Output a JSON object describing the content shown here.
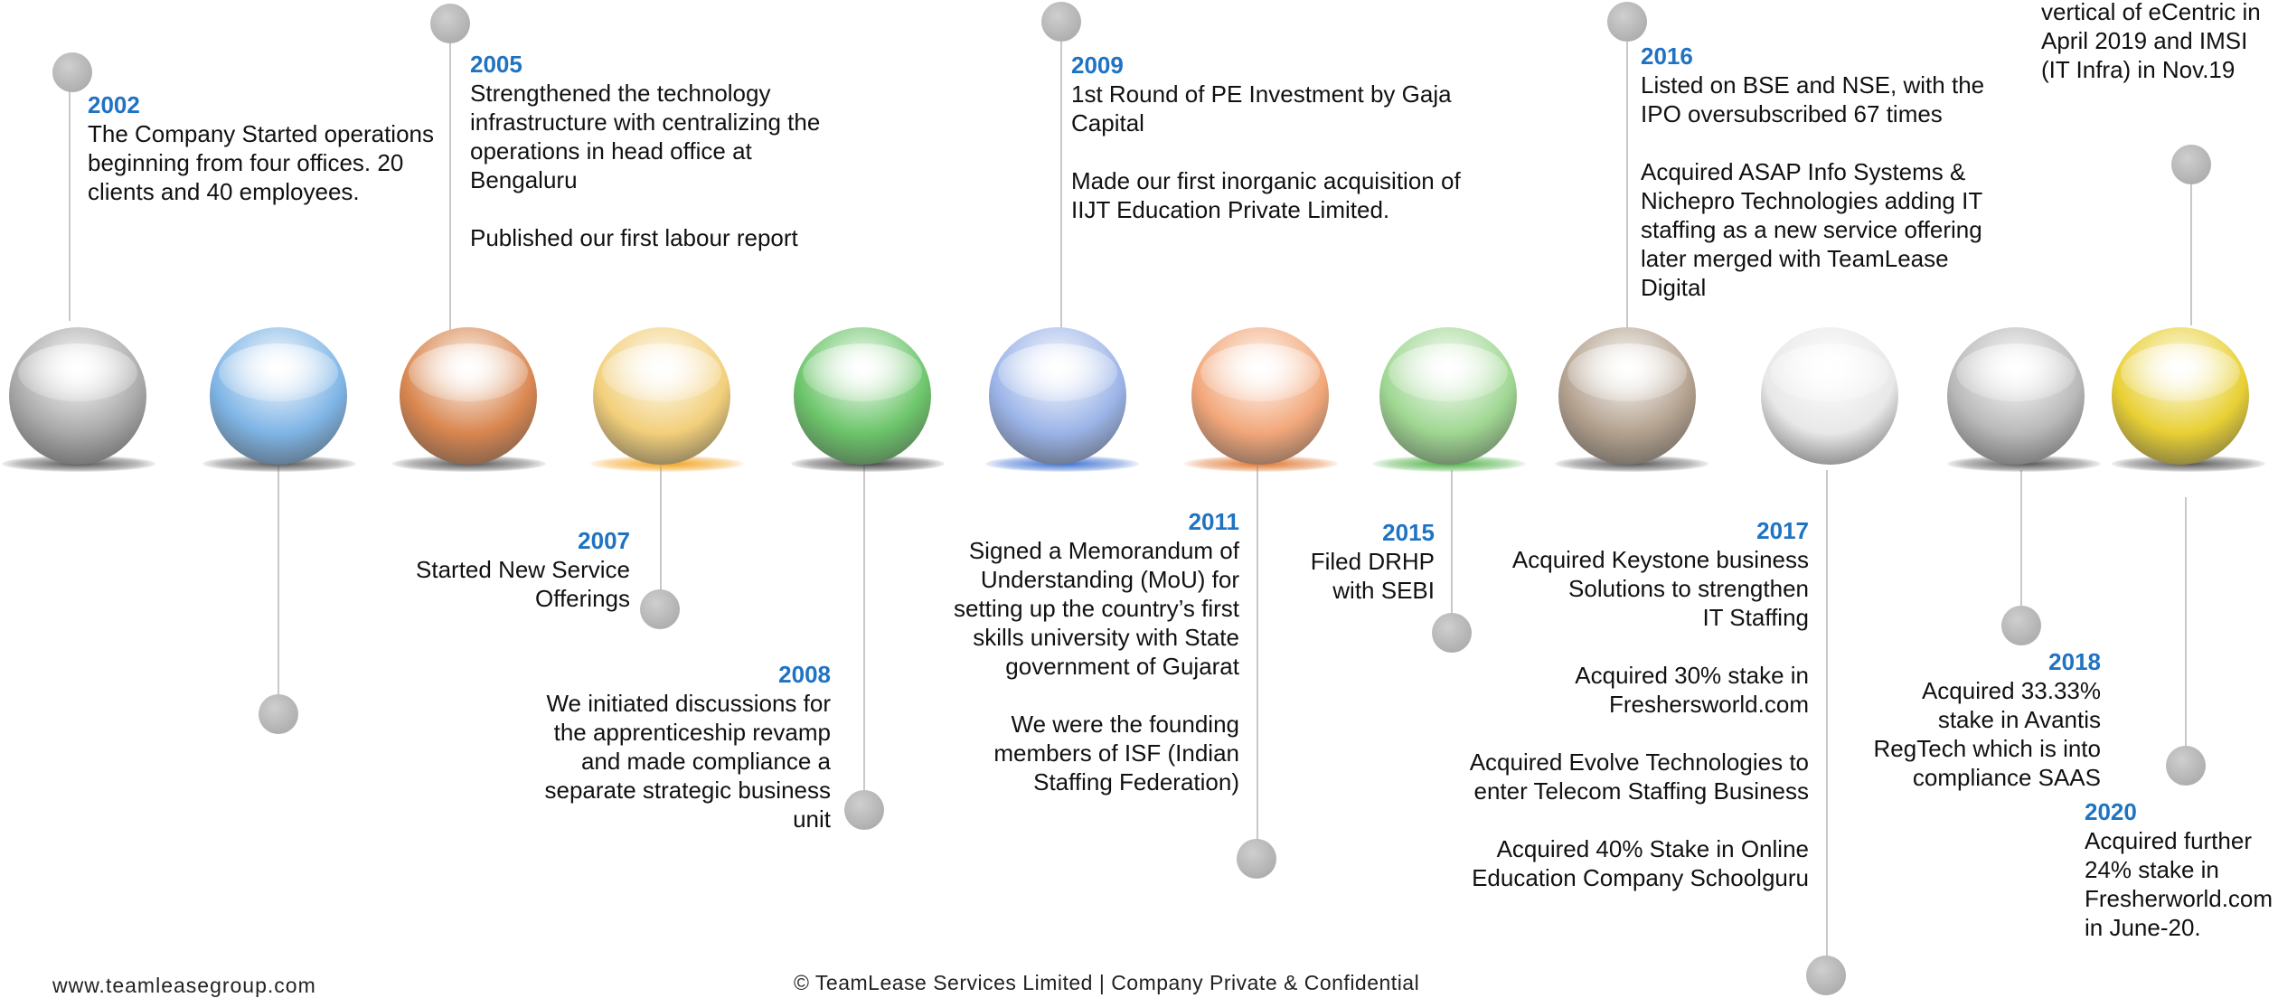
{
  "milestones": {
    "y2002": {
      "year": "2002",
      "lines": [
        "The Company Started operations",
        "beginning from four offices. 20",
        "clients and 40 employees."
      ]
    },
    "y2005": {
      "year": "2005",
      "lines": [
        "Strengthened the technology",
        "infrastructure with centralizing the",
        "operations in head office at",
        "Bengaluru"
      ],
      "lines2": [
        "Published our first labour report"
      ]
    },
    "y2007": {
      "year": "2007",
      "lines": [
        "Started New Service",
        "Offerings"
      ]
    },
    "y2008": {
      "year": "2008",
      "lines": [
        "We initiated discussions for",
        "the apprenticeship revamp",
        "and made compliance a",
        "separate strategic business",
        "unit"
      ]
    },
    "y2009": {
      "year": "2009",
      "lines": [
        "1st Round of PE Investment by Gaja",
        "Capital"
      ],
      "lines2": [
        "Made our first inorganic acquisition of",
        "IIJT Education Private Limited."
      ]
    },
    "y2011": {
      "year": "2011",
      "lines": [
        "Signed a Memorandum of",
        "Understanding (MoU) for",
        "setting up the country’s first",
        "skills university with State",
        "government of Gujarat"
      ],
      "lines2": [
        "We were the founding",
        "members of ISF (Indian",
        "Staffing Federation)"
      ]
    },
    "y2015": {
      "year": "2015",
      "lines": [
        "Filed DRHP",
        "with SEBI"
      ]
    },
    "y2016": {
      "year": "2016",
      "lines": [
        "Listed on BSE and NSE, with the",
        "IPO oversubscribed 67 times"
      ],
      "lines2": [
        "Acquired ASAP Info Systems &",
        "Nichepro Technologies adding IT",
        "staffing as a new service offering",
        "later merged with TeamLease",
        "Digital"
      ]
    },
    "y2017": {
      "year": "2017",
      "lines": [
        "Acquired Keystone business",
        "Solutions to strengthen",
        "IT Staffing"
      ],
      "lines2": [
        "Acquired 30%  stake in",
        "Freshersworld.com"
      ],
      "lines3": [
        "Acquired Evolve Technologies to",
        "enter Telecom Staffing Business"
      ],
      "lines4": [
        "Acquired 40% Stake in  Online",
        "Education Company Schoolguru"
      ]
    },
    "y2018": {
      "year": "2018",
      "lines": [
        "Acquired 33.33%",
        "stake in Avantis",
        "RegTech which is into",
        "compliance SAAS"
      ]
    },
    "y2019": {
      "lines": [
        "vertical of eCentric  in",
        "April 2019 and  IMSI",
        "(IT Infra) in Nov.19"
      ]
    },
    "y2020": {
      "year": "2020",
      "lines": [
        "Acquired  further",
        "24% stake in",
        "Fresherworld.com",
        "in June-20."
      ]
    }
  },
  "ball_colors": [
    "#a9a9a9",
    "#7fb5e6",
    "#d9864f",
    "#f2cf7a",
    "#6cc56a",
    "#9bb4e8",
    "#f2a77a",
    "#9fd792",
    "#b3a18e",
    "#e8e8e8",
    "#b9b9b9",
    "#e8d034"
  ],
  "footer": {
    "website": "www.teamleasegroup.com",
    "copyright": "© TeamLease Services Limited | Company Private & Confidential"
  }
}
